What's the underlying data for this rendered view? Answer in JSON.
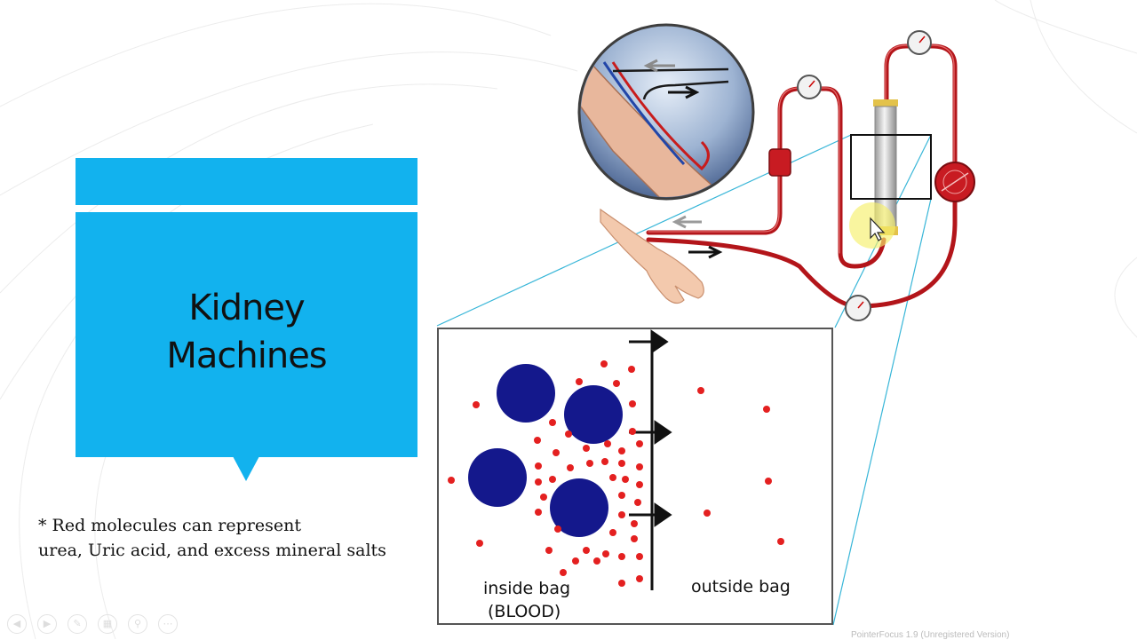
{
  "slide": {
    "title_line1": "Kidney",
    "title_line2": "Machines",
    "note_line1": "* Red molecules can represent",
    "note_line2": "urea, Uric acid, and excess mineral salts"
  },
  "diagram": {
    "label_inside": "inside bag",
    "label_blood": "(BLOOD)",
    "label_outside": "outside bag"
  },
  "status_bar": {
    "text": "PointerFocus 1.9 (Unregistered Version)"
  },
  "controls": {
    "icons": [
      "back-icon",
      "forward-icon",
      "pen-icon",
      "slides-icon",
      "zoom-icon",
      "more-icon"
    ]
  },
  "colors": {
    "title_box": "#12b2ee",
    "tube_red": "#b3151a",
    "molecule_red": "#e42020",
    "large_molecule_blue": "#14188c",
    "callout_line": "#38b6d8",
    "pointer_highlight": "#f6ef6c"
  }
}
